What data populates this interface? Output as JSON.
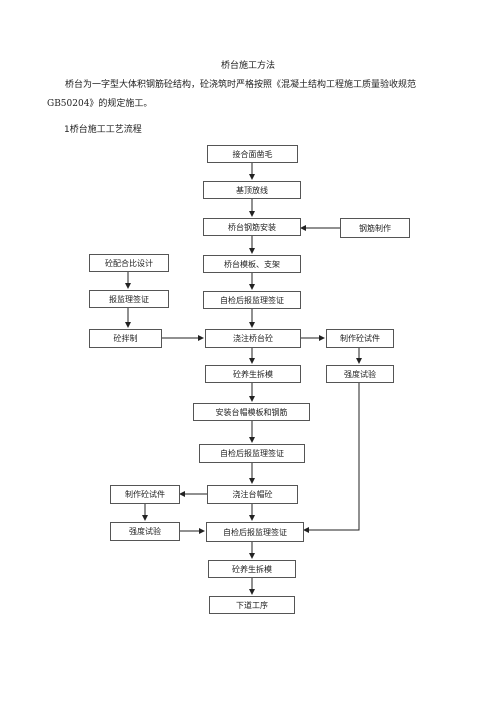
{
  "doc": {
    "title": "桥台施工方法",
    "paragraph": "桥台为一字型大体积钢筋砼结构，砼浇筑时严格按照《混凝土结构工程施工质量验收规范GB50204》的规定施工。",
    "section": "1桥台施工工艺流程"
  },
  "flow": {
    "n1": "接合面凿毛",
    "n2": "基顶放线",
    "n3": "桥台钢筋安装",
    "n4": "钢筋制作",
    "n5": "桥台模板、支架",
    "n6": "砼配合比设计",
    "n7": "报监理签证",
    "n8": "自检后报监理签证",
    "n9": "砼拌制",
    "n10": "浇注桥台砼",
    "n11": "制作砼试件",
    "n12": "砼养生拆模",
    "n13": "强度试验",
    "n14": "安装台帽模板和钢筋",
    "n15": "自检后报监理签证",
    "n16": "制作砼试件",
    "n17": "浇注台帽砼",
    "n18": "强度试验",
    "n19": "自检后报监理签证",
    "n20": "砼养生拆模",
    "n21": "下道工序"
  }
}
